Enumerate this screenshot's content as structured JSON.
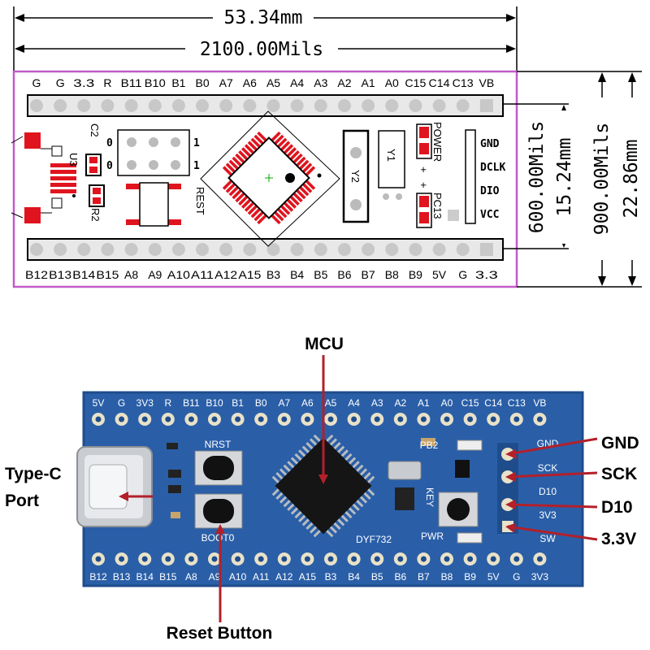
{
  "top_diagram": {
    "dim_width_mm": "53.34mm",
    "dim_width_mils": "2100.00Mils",
    "dim_pitch_mils": "600.00Mils",
    "dim_pitch_mm": "15.24mm",
    "dim_height_mils": "900.00Mils",
    "dim_height_mm": "22.86mm",
    "top_pins": [
      "G",
      "G",
      "3.3",
      "R",
      "B11",
      "B10",
      "B1",
      "B0",
      "A7",
      "A6",
      "A5",
      "A4",
      "A3",
      "A2",
      "A1",
      "A0",
      "C15",
      "C14",
      "C13",
      "VB"
    ],
    "bottom_pins": [
      "B12",
      "B13",
      "B14",
      "B15",
      "A8",
      "A9",
      "A10",
      "A11",
      "A12",
      "A15",
      "B3",
      "B4",
      "B5",
      "B6",
      "B7",
      "B8",
      "B9",
      "5V",
      "G",
      "3.3"
    ],
    "debug_pins": [
      "GND",
      "DCLK",
      "DIO",
      "VCC"
    ],
    "labels": {
      "u3": "U3",
      "c2": "C2",
      "r2": "R2",
      "rest": "REST",
      "boot_zero_a": "0",
      "boot_zero_b": "0",
      "boot_one_a": "1",
      "boot_one_b": "1",
      "y2": "Y2",
      "y1": "Y1",
      "power": "POWER",
      "pc13": "PC13",
      "plus_a": "+",
      "plus_b": "+"
    }
  },
  "bottom_photo": {
    "top_pins": [
      "5V",
      "G",
      "3V3",
      "R",
      "B11",
      "B10",
      "B1",
      "B0",
      "A7",
      "A6",
      "A5",
      "A4",
      "A3",
      "A2",
      "A1",
      "A0",
      "C15",
      "C14",
      "C13",
      "VB"
    ],
    "bottom_pins": [
      "B12",
      "B13",
      "B14",
      "B15",
      "A8",
      "A9",
      "A10",
      "A11",
      "A12",
      "A15",
      "B3",
      "B4",
      "B5",
      "B6",
      "B7",
      "B8",
      "B9",
      "5V",
      "G",
      "3V3"
    ],
    "side_labels": [
      "GND",
      "SCK",
      "D10",
      "3V3",
      "SW"
    ],
    "board_labels": {
      "nrst": "NRST",
      "boot0": "BOOT0",
      "pb2": "PB2",
      "key": "KEY",
      "pwr": "PWR",
      "model": "DYF732"
    },
    "callouts": {
      "mcu": "MCU",
      "gnd": "GND",
      "sck": "SCK",
      "d10": "D10",
      "v33": "3.3V",
      "typec_a": "Type-C",
      "typec_b": "Port",
      "reset": "Reset Button"
    },
    "colors": {
      "pcb": "#2a5fa8",
      "pcb_dark": "#1f4d8c",
      "callout_line": "#b3202a",
      "pad": "#e9e2c8"
    }
  }
}
